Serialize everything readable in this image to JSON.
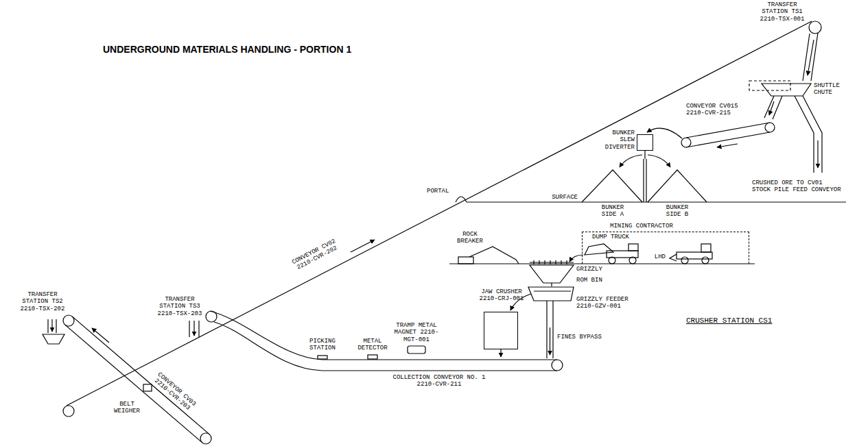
{
  "diagram": {
    "title": "UNDERGROUND MATERIALS HANDLING - PORTION 1",
    "nodes": [
      {
        "text": [
          "BUNKER SLEW DIVERTER"
        ]
      },
      {
        "text": [
          "MINING CONTRACTOR"
        ]
      },
      {
        "text": [
          "JAW CRUSHER 2210-CRJ-001"
        ]
      }
    ],
    "labels": [
      "TRANSFER STATION TS1 2210-TSX-001",
      "SHUTTLE CHUTE",
      "CONVEYOR CV015 2210-CVR-215",
      "CRUSHED ORE TO CV01 STOCK PILE FEED CONVEYOR",
      "PORTAL",
      "SURFACE",
      "BUNKER SIDE A",
      "BUNKER SIDE B",
      "CONVEYOR CV02 2210-CVR-202",
      "ROCK BREAKER",
      "DUMP TRUCK",
      "LHD",
      "GRIZZLY",
      "ROM BIN",
      "GRIZZLY FEEDER 2210-GZV-001",
      "FINES BYPASS",
      "CRUSHER STATION CS1",
      "TRANSFER STATION TS2 2210-TSX-202",
      "TRANSFER STATION TS3 2210-TSX-203",
      "CONVEYOR CV03 2210-CVR-203",
      "BELT WEIGHER",
      "PICKING STATION",
      "METAL DETECTOR",
      "TRAMP METAL MAGNET 2210-MGT-001",
      "COLLECTION CONVEYOR NO. 1 2210-CVR-211"
    ]
  }
}
